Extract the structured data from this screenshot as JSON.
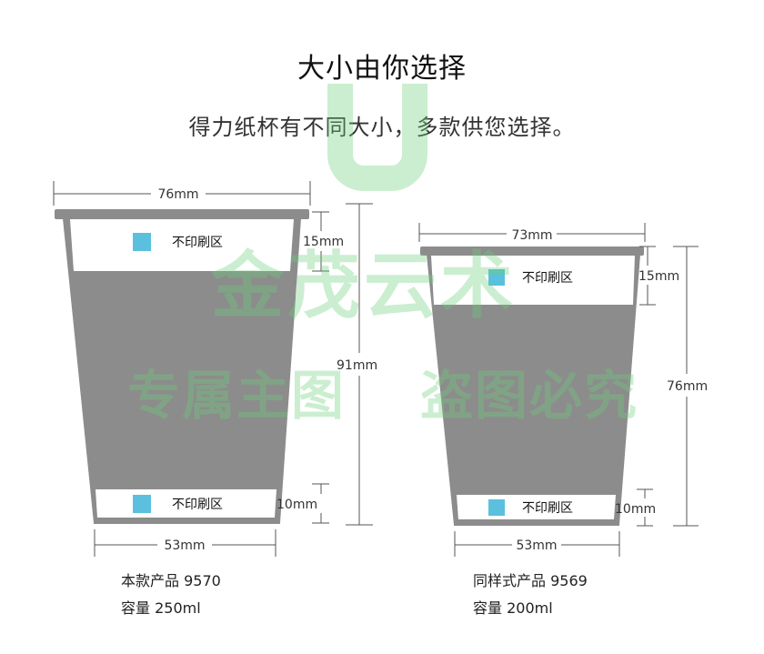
{
  "heading": {
    "title": "大小由你选择",
    "subtitle": "得力纸杯有不同大小，多款供您选择。"
  },
  "cups": [
    {
      "top_width": "76mm",
      "bottom_width": "53mm",
      "height": "91mm",
      "top_band": "15mm",
      "bottom_band": "10mm",
      "top_label": "不印刷区",
      "bottom_label": "不印刷区",
      "model_line": "本款产品 9570",
      "capacity_line": "容量 250ml"
    },
    {
      "top_width": "73mm",
      "bottom_width": "53mm",
      "height": "76mm",
      "top_band": "15mm",
      "bottom_band": "10mm",
      "top_label": "不印刷区",
      "bottom_label": "不印刷区",
      "model_line": "同样式产品 9569",
      "capacity_line": "容量 200ml"
    }
  ],
  "watermark": {
    "brand": "金茂云术",
    "line_left": "专属主图",
    "line_right": "盗图必究"
  },
  "colors": {
    "print_area": "#8c8c8c",
    "cup_outline": "#8c8c8c",
    "no_print_area": "#ffffff",
    "swatch": "#5bc0de",
    "watermark": "#6ccf7a"
  }
}
